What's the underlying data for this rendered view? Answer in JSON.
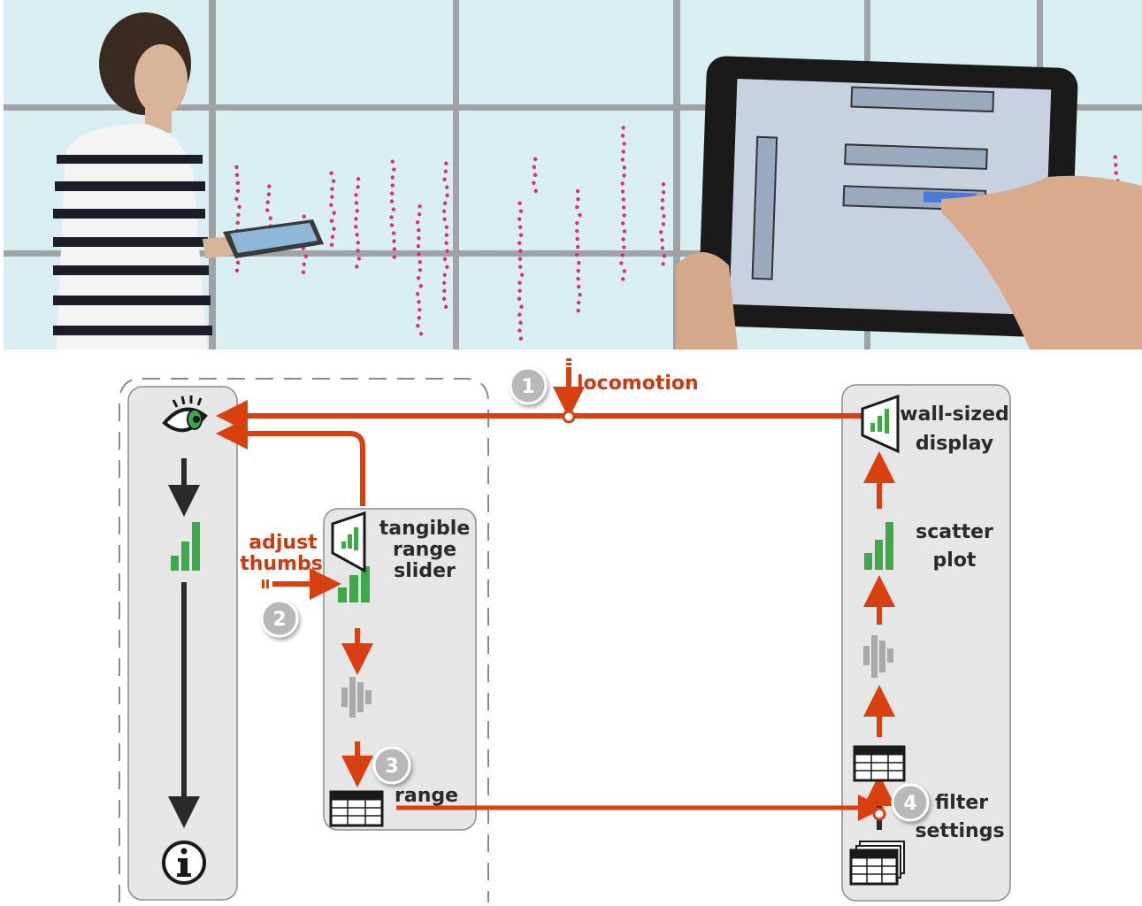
{
  "colors": {
    "accent_red": "#d9400f",
    "chart_green": "#3fa94a",
    "panel_fill": "#e6e6e6",
    "panel_stroke": "#8c8c8c",
    "wall_tile": "#d8eef0",
    "wall_frame": "#a9a9a9",
    "data_dots": "#e0306a"
  },
  "photo": {
    "scene": "person at wall-sized display holding tablet; close-up of tablet with tangible range sliders"
  },
  "diagram": {
    "steps": {
      "one": "1",
      "two": "2",
      "three": "3",
      "four": "4"
    },
    "labels": {
      "locomotion": "locomotion",
      "adjust_line1": "adjust",
      "adjust_line2": "thumbs",
      "tangible_line1": "tangible",
      "tangible_line2": "range",
      "tangible_line3": "slider",
      "range": "range",
      "wall_line1": "wall-sized",
      "wall_line2": "display",
      "scatter_line1": "scatter",
      "scatter_line2": "plot",
      "filter_line1": "filter",
      "filter_line2": "settings"
    },
    "icons": [
      "eye-icon",
      "bar-chart-icon",
      "info-icon",
      "display-icon",
      "filter-icon",
      "table-icon",
      "stacked-tables-icon"
    ]
  }
}
